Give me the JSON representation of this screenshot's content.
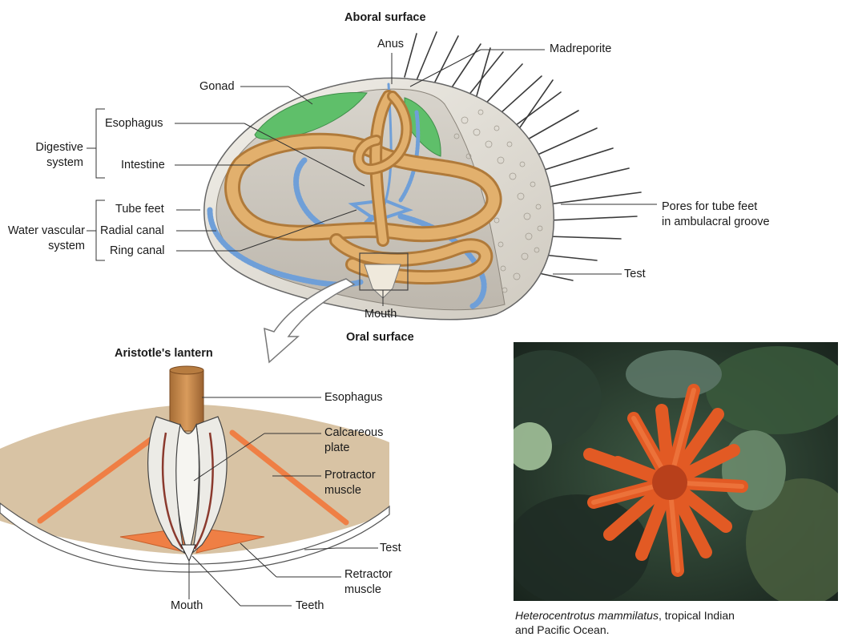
{
  "top_diagram": {
    "aboral_surface": "Aboral surface",
    "oral_surface": "Oral surface",
    "anus": "Anus",
    "madreporite": "Madreporite",
    "gonad": "Gonad",
    "esophagus": "Esophagus",
    "intestine": "Intestine",
    "digestive_system_1": "Digestive",
    "digestive_system_2": "system",
    "tube_feet": "Tube feet",
    "radial_canal": "Radial canal",
    "ring_canal": "Ring canal",
    "water_vascular_1": "Water vascular",
    "water_vascular_2": "system",
    "pores_1": "Pores for tube feet",
    "pores_2": "in ambulacral groove",
    "test": "Test",
    "mouth": "Mouth"
  },
  "lantern_diagram": {
    "title": "Aristotle's lantern",
    "esophagus": "Esophagus",
    "calcareous_1": "Calcareous",
    "calcareous_2": "plate",
    "protractor_1": "Protractor",
    "protractor_2": "muscle",
    "test": "Test",
    "retractor_1": "Retractor",
    "retractor_2": "muscle",
    "mouth": "Mouth",
    "teeth": "Teeth"
  },
  "photo": {
    "caption_species": "Heterocentrotus mammilatus",
    "caption_rest_1": ", tropical Indian",
    "caption_rest_2": "and Pacific Ocean."
  },
  "colors": {
    "gut": "#d9a55a",
    "gonad": "#5fbf6a",
    "water_vascular": "#6f9fd8",
    "test": "#e6e3dc",
    "muscle": "#ef7f45",
    "urchin": "#e25a24",
    "reef": "#2f4a3a"
  }
}
